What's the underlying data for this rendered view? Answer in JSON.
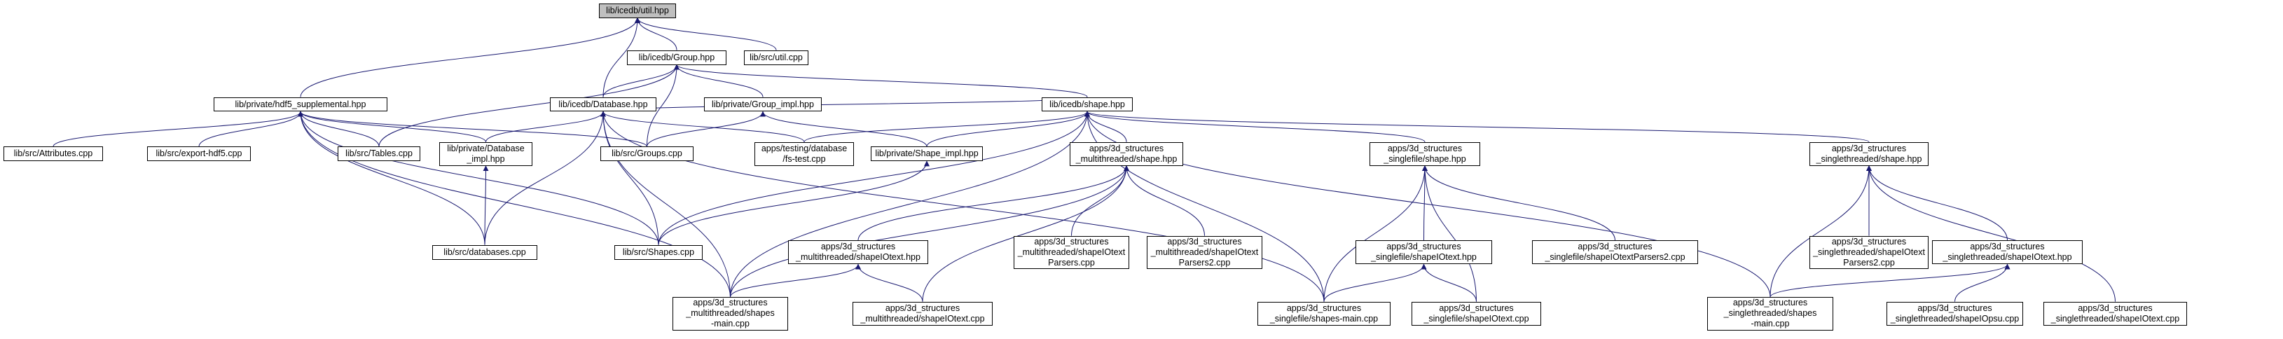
{
  "diagram": {
    "edge_color": "#191970",
    "root_fill": "#bfbfbf",
    "nodes": [
      {
        "id": "util_hpp",
        "label": "lib/icedb/util.hpp",
        "root": true
      },
      {
        "id": "group_hpp",
        "label": "lib/icedb/Group.hpp"
      },
      {
        "id": "src_util_cpp",
        "label": "lib/src/util.cpp"
      },
      {
        "id": "hdf5_supp_hpp",
        "label": "lib/private/hdf5_supplemental.hpp"
      },
      {
        "id": "database_hpp",
        "label": "lib/icedb/Database.hpp"
      },
      {
        "id": "group_impl_hpp",
        "label": "lib/private/Group_impl.hpp"
      },
      {
        "id": "shape_hpp",
        "label": "lib/icedb/shape.hpp"
      },
      {
        "id": "attributes_cpp",
        "label": "lib/src/Attributes.cpp"
      },
      {
        "id": "export_hdf5_cpp",
        "label": "lib/src/export-hdf5.cpp"
      },
      {
        "id": "tables_cpp",
        "label": "lib/src/Tables.cpp"
      },
      {
        "id": "database_impl_hpp",
        "label": "lib/private/Database\n_impl.hpp"
      },
      {
        "id": "groups_cpp",
        "label": "lib/src/Groups.cpp"
      },
      {
        "id": "fs_test_cpp",
        "label": "apps/testing/database\n/fs-test.cpp"
      },
      {
        "id": "shape_impl_hpp",
        "label": "lib/private/Shape_impl.hpp"
      },
      {
        "id": "mt_shape_hpp",
        "label": "apps/3d_structures\n_multithreaded/shape.hpp"
      },
      {
        "id": "sf_shape_hpp",
        "label": "apps/3d_structures\n_singlefile/shape.hpp"
      },
      {
        "id": "st_shape_hpp",
        "label": "apps/3d_structures\n_singlethreaded/shape.hpp"
      },
      {
        "id": "databases_cpp",
        "label": "lib/src/databases.cpp"
      },
      {
        "id": "shapes_cpp",
        "label": "lib/src/Shapes.cpp"
      },
      {
        "id": "mt_shapeiotext_hpp",
        "label": "apps/3d_structures\n_multithreaded/shapeIOtext.hpp"
      },
      {
        "id": "mt_parsers_cpp",
        "label": "apps/3d_structures\n_multithreaded/shapeIOtext\nParsers.cpp"
      },
      {
        "id": "mt_parsers2_cpp",
        "label": "apps/3d_structures\n_multithreaded/shapeIOtext\nParsers2.cpp"
      },
      {
        "id": "sf_shapeiotext_hpp",
        "label": "apps/3d_structures\n_singlefile/shapeIOtext.hpp"
      },
      {
        "id": "sf_parsers2_cpp",
        "label": "apps/3d_structures\n_singlefile/shapeIOtextParsers2.cpp"
      },
      {
        "id": "st_parsers2_cpp",
        "label": "apps/3d_structures\n_singlethreaded/shapeIOtext\nParsers2.cpp"
      },
      {
        "id": "st_shapeiotext_hpp",
        "label": "apps/3d_structures\n_singlethreaded/shapeIOtext.hpp"
      },
      {
        "id": "mt_main_cpp",
        "label": "apps/3d_structures\n_multithreaded/shapes\n-main.cpp"
      },
      {
        "id": "mt_shapeiotext_cpp",
        "label": "apps/3d_structures\n_multithreaded/shapeIOtext.cpp"
      },
      {
        "id": "sf_main_cpp",
        "label": "apps/3d_structures\n_singlefile/shapes-main.cpp"
      },
      {
        "id": "sf_shapeiotext_cpp",
        "label": "apps/3d_structures\n_singlefile/shapeIOtext.cpp"
      },
      {
        "id": "st_main_cpp",
        "label": "apps/3d_structures\n_singlethreaded/shapes\n-main.cpp"
      },
      {
        "id": "st_opsu_cpp",
        "label": "apps/3d_structures\n_singlethreaded/shapeIOpsu.cpp"
      },
      {
        "id": "st_shapeiotext_cpp",
        "label": "apps/3d_structures\n_singlethreaded/shapeIOtext.cpp"
      }
    ],
    "edges": [
      [
        "group_hpp",
        "util_hpp"
      ],
      [
        "src_util_cpp",
        "util_hpp"
      ],
      [
        "hdf5_supp_hpp",
        "util_hpp"
      ],
      [
        "database_hpp",
        "util_hpp"
      ],
      [
        "database_hpp",
        "group_hpp"
      ],
      [
        "group_impl_hpp",
        "group_hpp"
      ],
      [
        "shape_hpp",
        "group_hpp"
      ],
      [
        "groups_cpp",
        "group_hpp"
      ],
      [
        "tables_cpp",
        "group_hpp"
      ],
      [
        "attributes_cpp",
        "hdf5_supp_hpp"
      ],
      [
        "export_hdf5_cpp",
        "hdf5_supp_hpp"
      ],
      [
        "tables_cpp",
        "hdf5_supp_hpp"
      ],
      [
        "database_impl_hpp",
        "hdf5_supp_hpp"
      ],
      [
        "groups_cpp",
        "hdf5_supp_hpp"
      ],
      [
        "databases_cpp",
        "hdf5_supp_hpp"
      ],
      [
        "shapes_cpp",
        "hdf5_supp_hpp"
      ],
      [
        "mt_main_cpp",
        "hdf5_supp_hpp"
      ],
      [
        "database_impl_hpp",
        "database_hpp"
      ],
      [
        "databases_cpp",
        "database_hpp"
      ],
      [
        "fs_test_cpp",
        "database_hpp"
      ],
      [
        "shapes_cpp",
        "database_hpp"
      ],
      [
        "mt_main_cpp",
        "database_hpp"
      ],
      [
        "sf_main_cpp",
        "database_hpp"
      ],
      [
        "shape_hpp",
        "database_hpp"
      ],
      [
        "groups_cpp",
        "group_impl_hpp"
      ],
      [
        "shape_impl_hpp",
        "group_impl_hpp"
      ],
      [
        "fs_test_cpp",
        "shape_hpp"
      ],
      [
        "shape_impl_hpp",
        "shape_hpp"
      ],
      [
        "shapes_cpp",
        "shape_hpp"
      ],
      [
        "mt_shape_hpp",
        "shape_hpp"
      ],
      [
        "sf_shape_hpp",
        "shape_hpp"
      ],
      [
        "st_shape_hpp",
        "shape_hpp"
      ],
      [
        "mt_main_cpp",
        "shape_hpp"
      ],
      [
        "sf_main_cpp",
        "shape_hpp"
      ],
      [
        "st_main_cpp",
        "shape_hpp"
      ],
      [
        "databases_cpp",
        "database_impl_hpp"
      ],
      [
        "shapes_cpp",
        "shape_impl_hpp"
      ],
      [
        "mt_shapeiotext_hpp",
        "mt_shape_hpp"
      ],
      [
        "mt_parsers_cpp",
        "mt_shape_hpp"
      ],
      [
        "mt_parsers2_cpp",
        "mt_shape_hpp"
      ],
      [
        "mt_main_cpp",
        "mt_shape_hpp"
      ],
      [
        "mt_shapeiotext_cpp",
        "mt_shape_hpp"
      ],
      [
        "mt_main_cpp",
        "mt_shapeiotext_hpp"
      ],
      [
        "mt_shapeiotext_cpp",
        "mt_shapeiotext_hpp"
      ],
      [
        "sf_shapeiotext_hpp",
        "sf_shape_hpp"
      ],
      [
        "sf_parsers2_cpp",
        "sf_shape_hpp"
      ],
      [
        "sf_main_cpp",
        "sf_shape_hpp"
      ],
      [
        "sf_shapeiotext_cpp",
        "sf_shape_hpp"
      ],
      [
        "sf_main_cpp",
        "sf_shapeiotext_hpp"
      ],
      [
        "sf_shapeiotext_cpp",
        "sf_shapeiotext_hpp"
      ],
      [
        "st_parsers2_cpp",
        "st_shape_hpp"
      ],
      [
        "st_shapeiotext_hpp",
        "st_shape_hpp"
      ],
      [
        "st_main_cpp",
        "st_shape_hpp"
      ],
      [
        "st_shapeiotext_cpp",
        "st_shape_hpp"
      ],
      [
        "st_main_cpp",
        "st_shapeiotext_hpp"
      ],
      [
        "st_opsu_cpp",
        "st_shapeiotext_hpp"
      ]
    ]
  }
}
